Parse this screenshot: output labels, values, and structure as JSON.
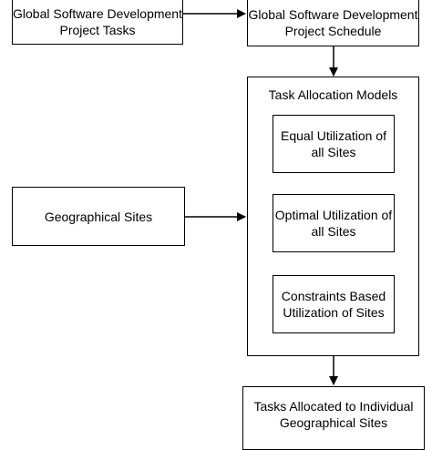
{
  "nodes": {
    "gsd_tasks": {
      "line1": "Global Software Development",
      "line2": "Project Tasks"
    },
    "gsd_schedule": {
      "line1": "Global Software Development",
      "line2": "Project Schedule"
    },
    "allocation": {
      "title": "Task Allocation Models"
    },
    "equal": {
      "line1": "Equal Utilization of",
      "line2": "all Sites"
    },
    "optimal": {
      "line1": "Optimal Utilization of",
      "line2": "all Sites"
    },
    "constraints": {
      "line1": "Constraints Based",
      "line2": "Utilization of Sites"
    },
    "geo_sites": {
      "line1": "Geographical Sites"
    },
    "result": {
      "line1": "Tasks Allocated to Individual",
      "line2": "Geographical Sites"
    }
  },
  "edges": [
    {
      "from": "gsd_tasks",
      "to": "gsd_schedule"
    },
    {
      "from": "gsd_schedule",
      "to": "allocation"
    },
    {
      "from": "geo_sites",
      "to": "allocation"
    },
    {
      "from": "allocation",
      "to": "result"
    }
  ]
}
